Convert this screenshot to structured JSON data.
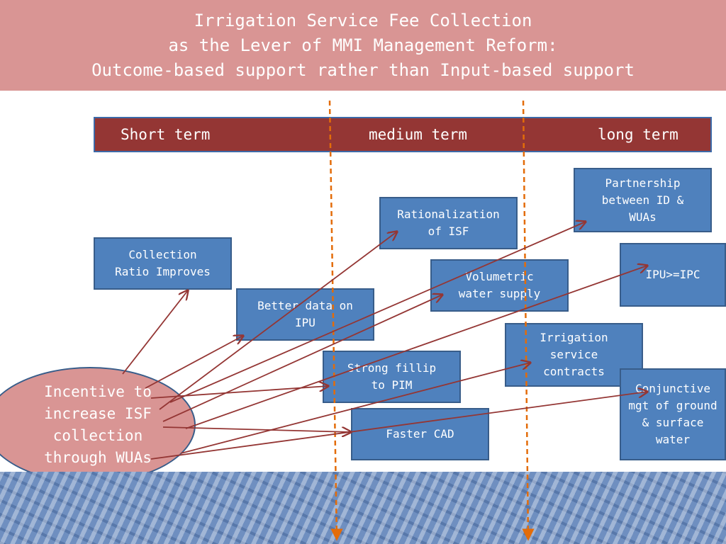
{
  "title": {
    "line1": "Irrigation Service Fee Collection",
    "line2": "as the Lever of MMI Management Reform:",
    "line3": "Outcome-based support rather than Input-based support"
  },
  "timeline": {
    "short": "Short term",
    "medium": "medium term",
    "long": "long term"
  },
  "source": {
    "line1": "Incentive to",
    "line2": "increase ISF",
    "line3": "collection",
    "line4": "through WUAs"
  },
  "outcomes": {
    "collection_ratio": [
      "Collection",
      "Ratio Improves"
    ],
    "better_data": [
      "Better data on",
      "IPU"
    ],
    "rationalization": [
      "Rationalization",
      "of ISF"
    ],
    "volumetric": [
      "Volumetric",
      "water supply"
    ],
    "fillip": [
      "Strong fillip",
      "to PIM"
    ],
    "cad": [
      "Faster CAD"
    ],
    "partnership": [
      "Partnership",
      "between ID &",
      "WUAs"
    ],
    "ipu_ipc": [
      "IPU>=IPC"
    ],
    "contracts": [
      "Irrigation",
      "service",
      "contracts"
    ],
    "conjunctive": [
      "Conjunctive",
      "mgt of ground",
      "& surface",
      "water"
    ]
  },
  "colors": {
    "title_band": "#d99594",
    "timeline_bar": "#943634",
    "box_fill": "#4f81bd",
    "box_border": "#385d8a",
    "arrow": "#943634",
    "divider": "#e36c09"
  }
}
